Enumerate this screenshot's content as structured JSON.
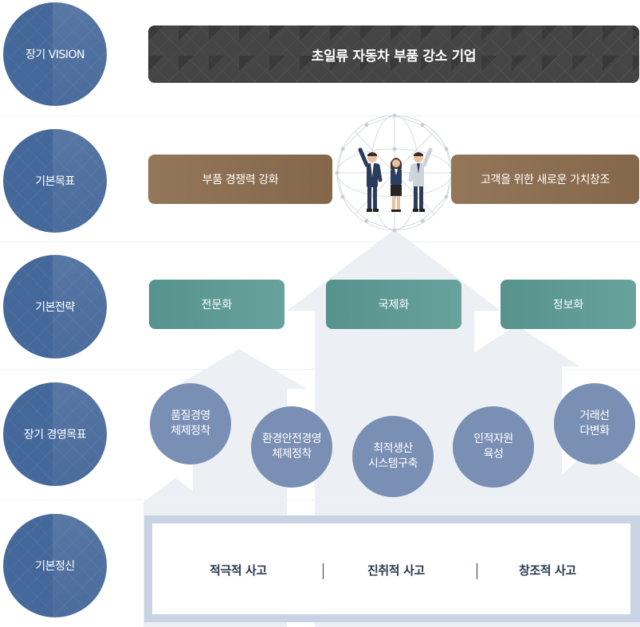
{
  "rows": {
    "vision": "장기 VISION",
    "goal": "기본목표",
    "strategy": "기본전략",
    "management": "장기 경영목표",
    "spirit": "기본정신"
  },
  "vision_text": "초일류 자동차 부품 강소 기업",
  "goals": [
    "부품 경쟁력 강화",
    "고객을 위한 새로운 가치창조"
  ],
  "strategies": [
    "전문화",
    "국제화",
    "정보화"
  ],
  "management_goals": [
    [
      "품질경영",
      "체제정착"
    ],
    [
      "환경안전경영",
      "체제정착"
    ],
    [
      "최적생산",
      "시스템구축"
    ],
    [
      "인적자원",
      "육성"
    ],
    [
      "거래선",
      "다변화"
    ]
  ],
  "spirits": [
    "적극적 사고",
    "진취적 사고",
    "창조적 사고"
  ],
  "colors": {
    "circle": "#45689a",
    "vision": "#454545",
    "goal": "#8d6e4f",
    "strategy": "#5b9a94",
    "bubble": "#7a8fb4",
    "spirit_frame": "#c9d3e4",
    "arrow": "#e9edf3"
  },
  "illustration": "three-business-people-cheering-icon"
}
